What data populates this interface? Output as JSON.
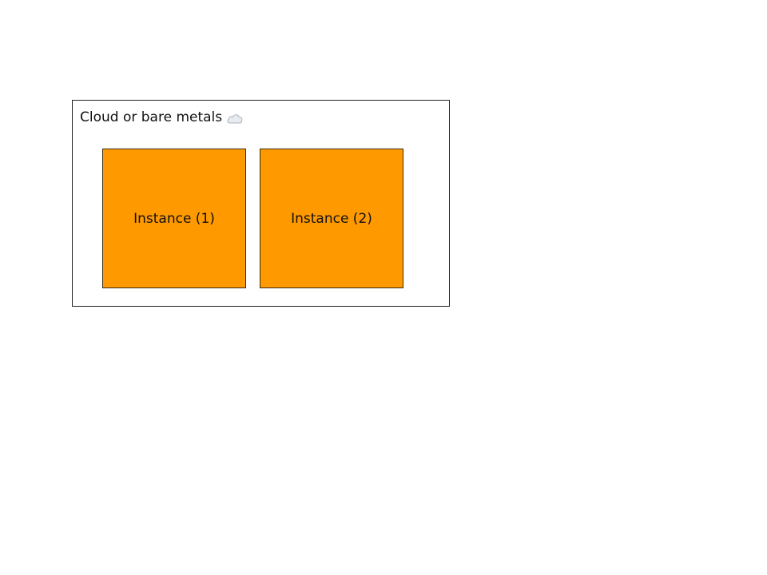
{
  "container": {
    "title": "Cloud or bare metals",
    "icon": "cloud-icon"
  },
  "instances": [
    {
      "label": "Instance (1)"
    },
    {
      "label": "Instance (2)"
    }
  ],
  "colors": {
    "instance_fill": "#FF9900",
    "border": "#222222",
    "cloud_fill": "#E8ECF1",
    "cloud_stroke": "#AAB4BE"
  }
}
